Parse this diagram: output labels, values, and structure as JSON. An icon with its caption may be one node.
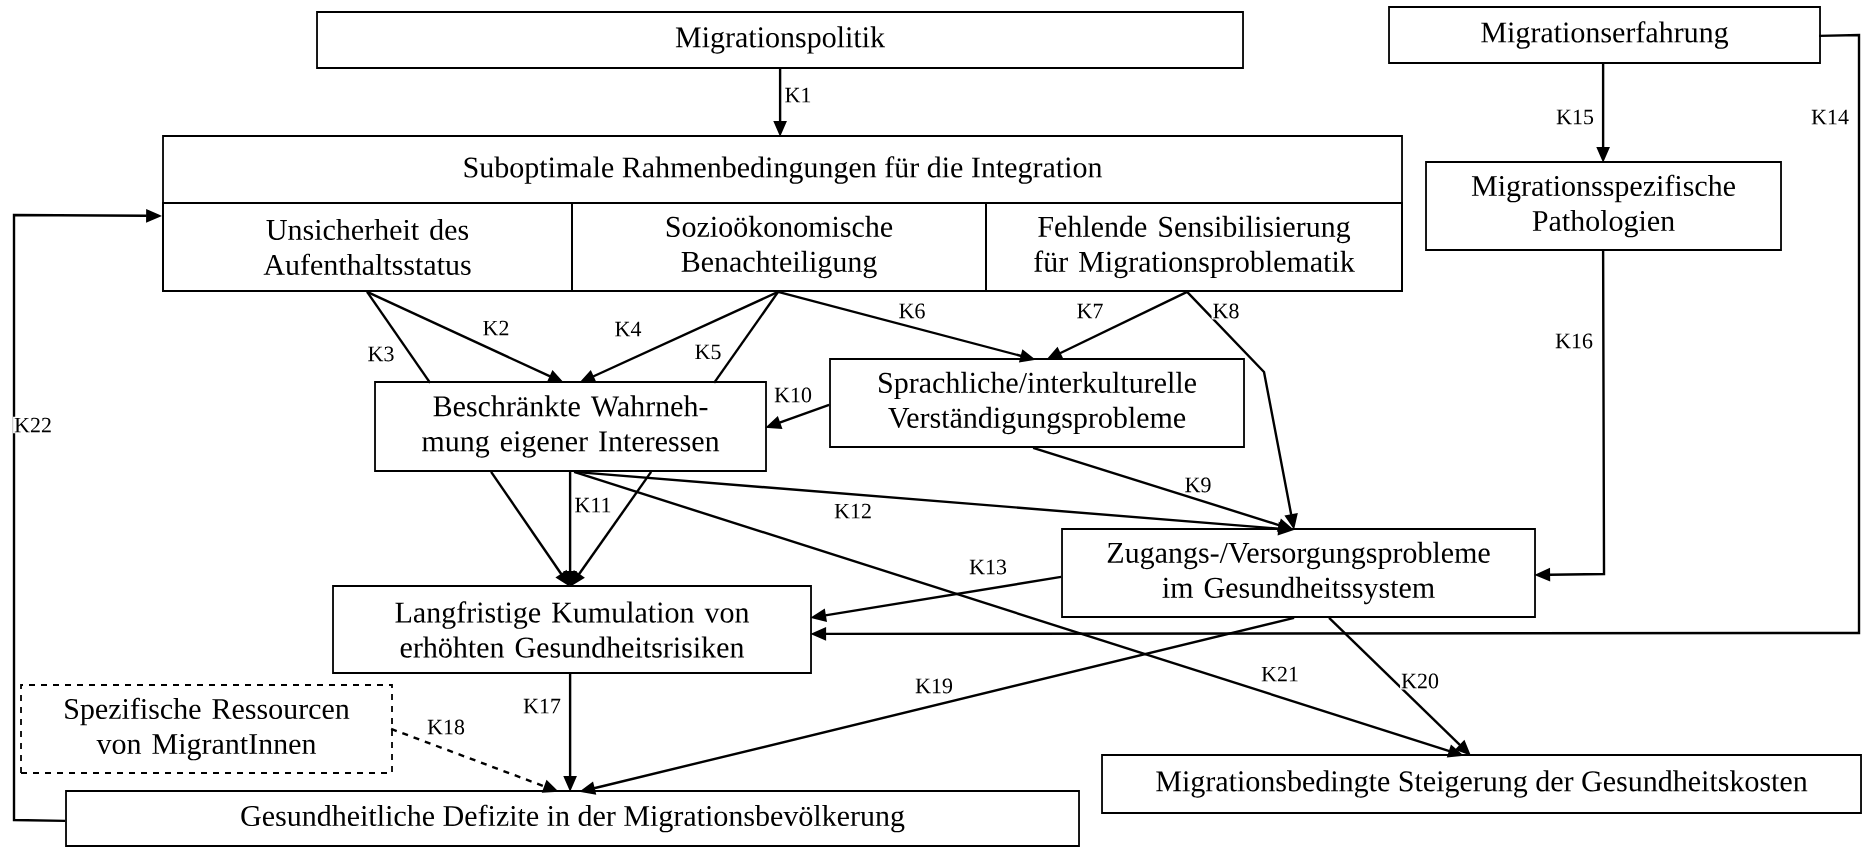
{
  "diagram": {
    "nodes": [
      {
        "text": [
          "Migrationspolitik"
        ]
      },
      {
        "text": [
          "Migrationserfahrung"
        ]
      },
      {
        "text": [
          "Suboptimale Rahmenbedingungen für die Integration"
        ]
      },
      {
        "text": [
          "Unsicherheit des Aufenthaltsstatus"
        ],
        "in": 2
      },
      {
        "text": [
          "Sozioökonomische Benachteiligung"
        ],
        "in": 2
      },
      {
        "text": [
          "Fehlende Sensibilisierung für Migrationsproblematik"
        ],
        "in": 2
      },
      {
        "text": [
          "Migrationsspezifische Pathologien"
        ]
      },
      {
        "text": [
          "Beschränkte Wahrneh- mung eigener Interessen"
        ]
      },
      {
        "text": [
          "Sprachliche/interkulturelle Verständigungsprobleme"
        ]
      },
      {
        "text": [
          "Zugangs-/Versorgungsprobleme im Gesundheitssystem"
        ]
      },
      {
        "text": [
          "Langfristige Kumulation von erhöhten Gesundheitsrisiken"
        ]
      },
      {
        "text": [
          "Spezifische Ressourcen von MigrantInnen"
        ]
      },
      {
        "text": [
          "Gesundheitliche Defizite in der Migrationsbevölkerung"
        ]
      },
      {
        "text": [
          "Migrationsbedingte Steigerung der Gesundheitskosten"
        ]
      }
    ],
    "edges": [
      {
        "from": 0,
        "to": 2,
        "arrow": "to",
        "label": "K1"
      },
      {
        "from": 3,
        "to": 7,
        "arrow": "to",
        "label": "K2"
      },
      {
        "from": 3,
        "to": 7,
        "arrow": "none",
        "label": "K3"
      },
      {
        "from": 4,
        "to": 7,
        "arrow": "to",
        "label": "K4"
      },
      {
        "from": 4,
        "to": 7,
        "arrow": "none",
        "label": "K5"
      },
      {
        "from": 4,
        "to": 8,
        "arrow": "to",
        "label": "K6"
      },
      {
        "from": 5,
        "to": 8,
        "arrow": "to",
        "label": "K7"
      },
      {
        "from": 5,
        "to": 9,
        "arrow": "to",
        "label": "K8"
      },
      {
        "from": 8,
        "to": 9,
        "arrow": "to",
        "label": "K9"
      },
      {
        "from": 8,
        "to": 7,
        "arrow": "to",
        "label": "K10"
      },
      {
        "from": 7,
        "to": 10,
        "arrow": "to"
      },
      {
        "from": 7,
        "to": 10,
        "arrow": "to",
        "label": "K11"
      },
      {
        "from": 7,
        "to": 10,
        "arrow": "to"
      },
      {
        "from": 7,
        "to": 9,
        "arrow": "to",
        "label": "K12"
      },
      {
        "from": 9,
        "to": 10,
        "arrow": "to",
        "label": "K13"
      },
      {
        "from": 1,
        "to": 10,
        "arrow": "to",
        "label": "K14"
      },
      {
        "from": 1,
        "to": 6,
        "arrow": "to",
        "label": "K15"
      },
      {
        "from": 6,
        "to": 9,
        "arrow": "to",
        "label": "K16"
      },
      {
        "from": 10,
        "to": 12,
        "arrow": "to",
        "label": "K17"
      },
      {
        "from": 11,
        "to": 12,
        "arrow": "to",
        "label": "K18",
        "style": "dashed"
      },
      {
        "from": 9,
        "to": 12,
        "arrow": "to",
        "label": "K19"
      },
      {
        "from": 9,
        "to": 13,
        "arrow": "to",
        "label": "K20"
      },
      {
        "from": 7,
        "to": 13,
        "arrow": "to",
        "label": "K21"
      },
      {
        "from": 12,
        "to": 2,
        "arrow": "to",
        "label": "K22"
      }
    ]
  }
}
